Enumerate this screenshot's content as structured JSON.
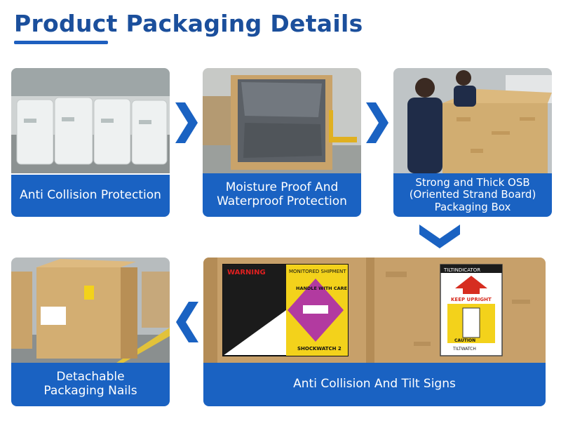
{
  "header": {
    "title": "Product Packaging Details"
  },
  "cards": {
    "c1": {
      "lines": [
        "Anti Collision Protection"
      ]
    },
    "c2": {
      "lines": [
        "Moisture Proof And",
        "Waterproof Protection"
      ]
    },
    "c3": {
      "lines": [
        "Strong and Thick OSB",
        "(Oriented Strand Board)",
        "Packaging Box"
      ]
    },
    "c4": {
      "lines": [
        "Anti Collision And Tilt Signs"
      ]
    },
    "c5": {
      "lines": [
        "Detachable",
        "Packaging Nails"
      ]
    }
  },
  "labels": {
    "warning": "WARNING",
    "monitored": "MONITORED SHIPMENT",
    "handle": "HANDLE WITH CARE",
    "shockwatch": "SHOCKWATCH 2",
    "tilt": "TILTINDICATOR",
    "keep": "KEEP UPRIGHT",
    "caution": "CAUTION",
    "tiltwatch": "TILTWATCH"
  },
  "colors": {
    "brand": "#1a62c2",
    "title": "#1b4f9c",
    "osb": "#c9a36a"
  }
}
